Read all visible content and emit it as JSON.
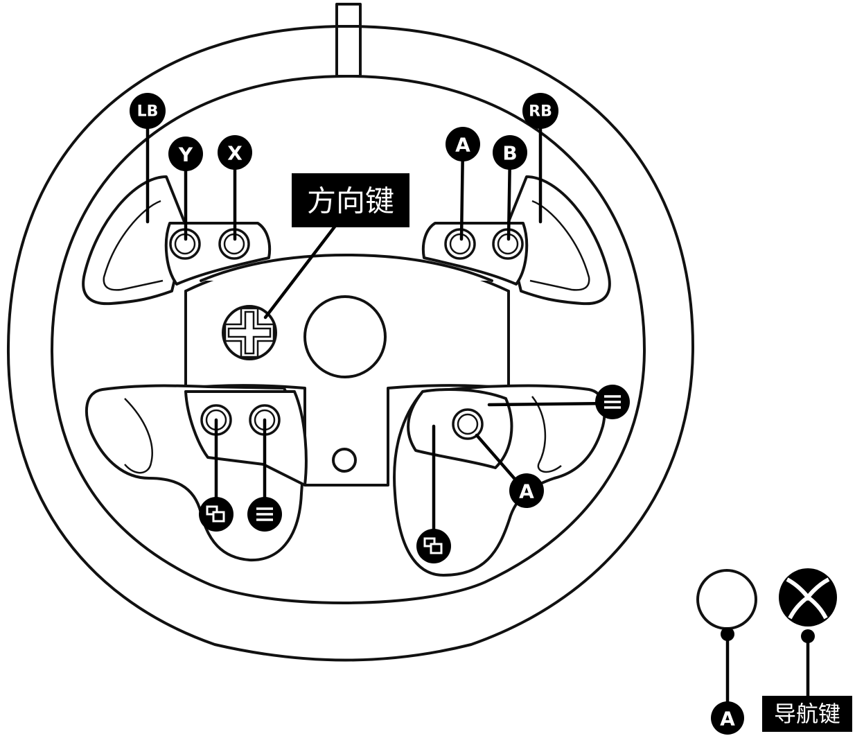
{
  "labels": {
    "lb": "LB",
    "rb": "RB",
    "y": "Y",
    "x": "X",
    "a": "A",
    "b": "B",
    "dpad": "方向键",
    "a_lower_right": "A",
    "a_bottom": "A",
    "nav": "导航键"
  },
  "icons": {
    "view_left": "view-icon",
    "menu_left": "menu-icon",
    "menu_right": "menu-icon",
    "view_right": "view-icon",
    "xbox": "xbox-logo-icon"
  }
}
